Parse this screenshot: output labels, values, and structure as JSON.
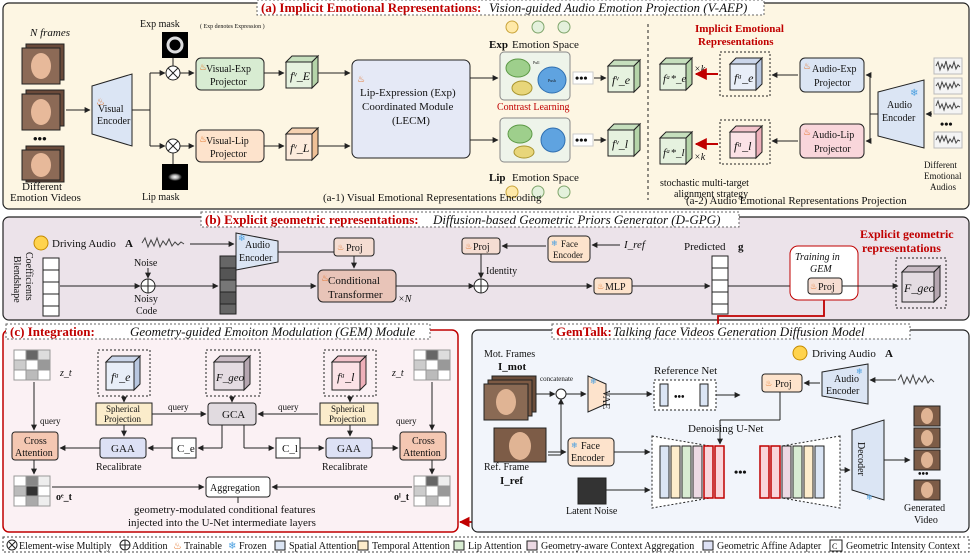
{
  "panel_a": {
    "title_bold": "(a) Implicit Emotional Representations:",
    "title_italic": "Vision-guided Audio Emotion Projection (V-AEP)",
    "n_frames": "N frames",
    "different_videos_1": "Different",
    "different_videos_2": "Emotion Videos",
    "visual_encoder_1": "Visual",
    "visual_encoder_2": "Encoder",
    "exp_mask": "Exp mask",
    "exp_note": "( Exp denotes Expression )",
    "lip_mask": "Lip mask",
    "visual_exp_1": "Visual-Exp",
    "visual_exp_2": "Projector",
    "visual_lip_1": "Visual-Lip",
    "visual_lip_2": "Projector",
    "f_E": "fᵛ_E",
    "f_L": "fᵛ_L",
    "lecm_1": "Lip-Expression (Exp)",
    "lecm_2": "Coordinated Module",
    "lecm_3": "(LECM)",
    "exp_space_bold": "Exp",
    "exp_space": "Emotion Space",
    "lip_space_bold": "Lip",
    "lip_space": "Emotion Space",
    "contrast": "Contrast Learning",
    "pull": "Pull",
    "push": "Push",
    "f_e_v": "fᵛ_e",
    "f_l_v": "fᵛ_l",
    "sub_a1": "(a-1) Visual Emotional Representations Encoding",
    "implicit_1": "Implicit Emotional",
    "implicit_2": "Representations",
    "f_e_a_star": "fᵃ*_e",
    "f_l_a_star": "fᵃ*_l",
    "f_e_a": "fᵃ_e",
    "f_l_a": "fᵃ_l",
    "times_k": "×k",
    "audio_exp_1": "Audio-Exp",
    "audio_exp_2": "Projector",
    "audio_lip_1": "Audio-Lip",
    "audio_lip_2": "Projector",
    "audio_encoder_1": "Audio",
    "audio_encoder_2": "Encoder",
    "diff_audios_1": "Different",
    "diff_audios_2": "Emotional",
    "diff_audios_3": "Audios",
    "stochastic_1": "stochastic multi-target",
    "stochastic_2": "alignment strategy",
    "sub_a2": "(a-2) Audio Emotional Representations Projection"
  },
  "panel_b": {
    "title_bold": "(b) Explicit geometric representations:",
    "title_italic": "Diffusion-based Geometric Priors Generator (D-GPG)",
    "driving_audio": "Driving Audio",
    "driving_audio_sym": "A",
    "blend_1": "Blendshape",
    "blend_2": "Coefficients",
    "blend_sym": "g",
    "noise": "Noise",
    "noisy_1": "Noisy",
    "noisy_2": "Code",
    "audio_encoder_1": "Audio",
    "audio_encoder_2": "Encoder",
    "proj": "Proj",
    "cond_1": "Conditional",
    "cond_2": "Transformer",
    "times_n": "×N",
    "identity": "Identity",
    "face_encoder_1": "Face",
    "face_encoder_2": "Encoder",
    "i_ref": "I_ref",
    "mlp": "MLP",
    "predicted": "Predicted",
    "predicted_sym": "g",
    "training_1": "Training in",
    "training_2": "GEM",
    "explicit_1": "Explicit geometric",
    "explicit_2": "representations",
    "f_geo": "F_geo"
  },
  "panel_c": {
    "title_bold": "(c) Integration:",
    "title_italic": "Geometry-guided Emoiton Modulation (GEM) Module",
    "zt": "z_t",
    "f_e_a": "fᵃ_e",
    "f_l_a": "fᵃ_l",
    "f_geo": "F_geo",
    "spherical_1": "Spherical",
    "spherical_2": "Projection",
    "query": "query",
    "gca": "GCA",
    "cross_1": "Cross",
    "cross_2": "Attention",
    "gaa": "GAA",
    "ce": "C_e",
    "cl": "C_l",
    "recalibrate": "Recalibrate",
    "aggregation": "Aggregation",
    "o_e": "oᵉ_t",
    "o_l": "oˡ_t",
    "bottom_1": "geometry-modulated conditional features",
    "bottom_2": "injected into the U-Net intermediate layers"
  },
  "panel_d": {
    "title_bold": "GemTalk:",
    "title_italic": "Talking face Videos Generation Diffusion Model",
    "driving_audio": "Driving Audio",
    "driving_audio_sym": "A",
    "mot_1": "Mot. Frames",
    "mot_sym": "I_mot",
    "concatenate": "concatenate",
    "vae": "VAE",
    "reference_net": "Reference Net",
    "proj": "Proj",
    "audio_encoder_1": "Audio",
    "audio_encoder_2": "Encoder",
    "ref_1": "Ref. Frame",
    "ref_sym": "I_ref",
    "face_encoder_1": "Face",
    "face_encoder_2": "Encoder",
    "denoising": "Denoising U-Net",
    "latent": "Latent Noise",
    "decoder": "Decoder",
    "generated_1": "Generated",
    "generated_2": "Video"
  },
  "legend": {
    "items": [
      {
        "label": "Element-wise Multiply"
      },
      {
        "label": "Addition"
      },
      {
        "label": "Trainable"
      },
      {
        "label": "Frozen"
      },
      {
        "label": "Spatial Attention"
      },
      {
        "label": "Temporal Attention"
      },
      {
        "label": "Lip Attention"
      },
      {
        "label": "Geometry-aware Context Aggregation"
      },
      {
        "label": "Geometric Affine Adapter"
      },
      {
        "label": "Geometric Intensity Context"
      }
    ]
  },
  "colors": {
    "panel_a_bg": "#fdf6e3",
    "panel_b_bg": "#ece3ea",
    "panel_c_bg": "#fbf1f4",
    "panel_d_bg": "#f2f5fb",
    "red": "#c00000",
    "exp_green": "#d8ecd2",
    "lip_orange": "#fde3cc",
    "blue_box": "#dbe5f4",
    "pink_box": "#f9d6db"
  }
}
